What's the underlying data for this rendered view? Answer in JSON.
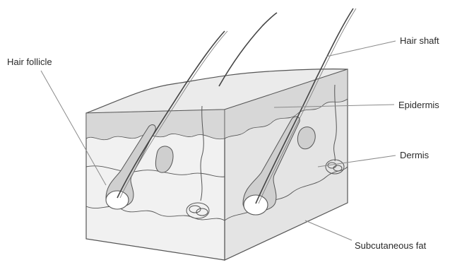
{
  "labels": {
    "hair_follicle": "Hair follicle",
    "hair_shaft": "Hair shaft",
    "epidermis": "Epidermis",
    "dermis": "Dermis",
    "subcutaneous_fat": "Subcutaneous fat"
  },
  "colors": {
    "block_face": "#f1f1f1",
    "block_side": "#e4e4e4",
    "top_surface": "#ebebeb",
    "epidermis_layer": "#d7d7d7",
    "gland": "#cfcfcf",
    "outline": "#555555",
    "leader_line": "#8a8a8a",
    "text": "#2a2a2a"
  }
}
